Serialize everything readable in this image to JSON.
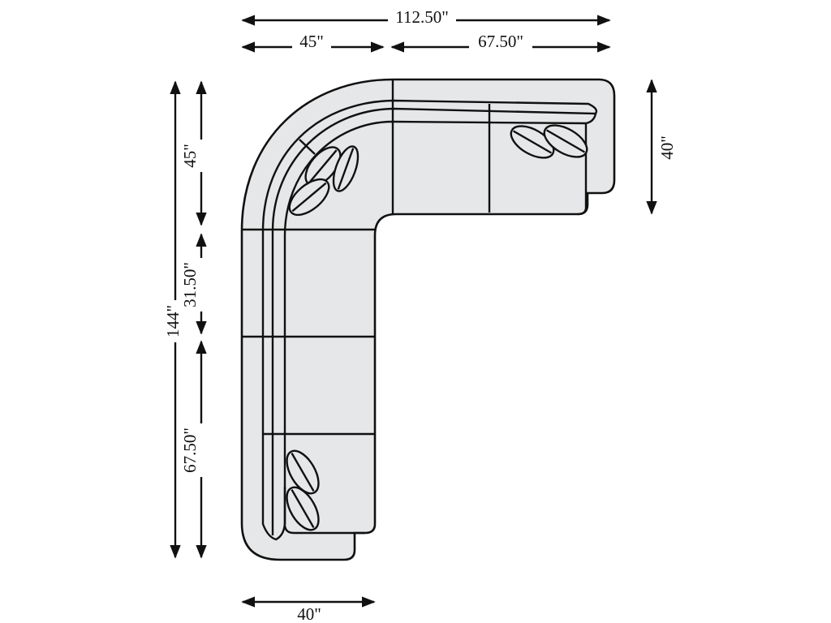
{
  "diagram": {
    "type": "sectional-sofa-dimensions",
    "colors": {
      "fill": "#e6e7e8",
      "line": "#111111"
    },
    "dimensions": {
      "total_width": "112.50\"",
      "corner_width": "45\"",
      "right_section_width": "67.50\"",
      "right_depth": "40\"",
      "total_length": "144\"",
      "corner_length": "45\"",
      "middle_length": "31.50\"",
      "bottom_length": "67.50\"",
      "bottom_depth": "40\""
    }
  }
}
